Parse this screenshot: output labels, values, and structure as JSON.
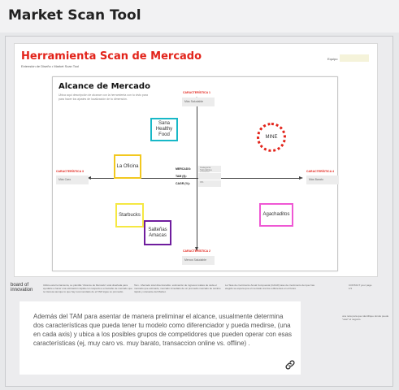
{
  "app": {
    "title": "Market Scan Tool"
  },
  "slide": {
    "title": "Herramienta Scan de Mercado",
    "subtitle": "Extensión de Diseño • Market Scan Tool",
    "team_label": "Equipo"
  },
  "map": {
    "title": "Alcance de Mercado",
    "description": "Ubica aquí descripción de alcance con la herramienta con tu visto para para hacer los ajustes de localización de tu dimensión.",
    "characteristics": {
      "top": {
        "label": "CARACTERÍSTICA 1",
        "value": "Más Saludable"
      },
      "bottom": {
        "label": "CARACTERÍSTICA 2",
        "value": "Menos Saludable"
      },
      "left": {
        "label": "CARACTERÍSTICA 3",
        "value": "Más Caro"
      },
      "right": {
        "label": "CARACTERÍSTICA 4",
        "value": "Más Barato"
      }
    },
    "center": {
      "mercado_label": "MERCADO:",
      "mercado_value": "Categoría Saludables 1000000",
      "tam_label": "TAM ($):",
      "tam_value": "",
      "cagr_label": "CAGR (%):",
      "cagr_value": "3%"
    },
    "competitors": {
      "sana": "Sana\nHealthy\nFood",
      "oficina": "La Oficina",
      "starbucks": "Starbucks",
      "saltenas": "Salteñas\nAmacas",
      "agachaditos": "Agachaditos",
      "mine": "MINE"
    },
    "colors": {
      "sana": "#18b8c7",
      "oficina": "#f2c81f",
      "starbucks": "#f5e843",
      "saltenas": "#6f1d9e",
      "agachaditos": "#ef58d4",
      "mine": "#e2231a"
    }
  },
  "footer": {
    "logo": "board of\ninnovation",
    "col1": "Utiliza esta herramienta, su plantilla \"Alcance de Mercado\" está diseñada para ayudarte a hacer una estimación rápida con respecto a el tamaño de mercado que te interesa aunque lo que hay recomendado de el TAM sigue su promedio.",
    "col2": "Tam - Mercado total direccionable: estimación de ingresos totales de cada el mercado que estimado, mercado inmediato de un promedio mercado de cambio rápido y relevante del Market.",
    "col3": "La Tasa de crecimiento Anual Compuesta (CAGR) tasa de crecimiento del que has elegido se espera que el mercado crezca a diferentes en el futuro",
    "col4": "CONTACT\nyour page 1/1"
  },
  "note": {
    "text": "Además del TAM para asentar de manera preliminar el alcance, usualmente determina dos características que pueda tener tu modelo como diferenciador y pueda medirse, (una en cada axis) y ubica a los posibles grupos de competidores que pueden operar con esas características (ej, muy caro  vs. muy barato, transaccion online vs. offline) ."
  },
  "side_note": "una nota para que identifique donde puede \"usar\" el negocio.",
  "icons": {
    "link": "link-icon"
  }
}
